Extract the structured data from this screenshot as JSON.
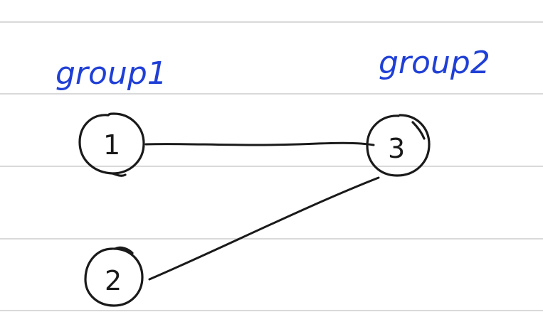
{
  "groups": [
    {
      "label": "group1"
    },
    {
      "label": "group2"
    }
  ],
  "nodes": [
    {
      "label": "1"
    },
    {
      "label": "2"
    },
    {
      "label": "3"
    }
  ],
  "edges": [
    {
      "from": "1",
      "to": "3"
    },
    {
      "from": "2",
      "to": "3"
    }
  ]
}
